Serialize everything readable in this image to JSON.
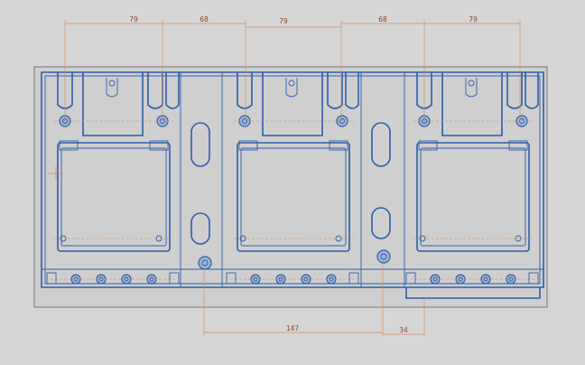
{
  "drawing": {
    "top_dimensions": [
      "79",
      "68",
      "79",
      "68",
      "79"
    ],
    "bottom_dimensions": [
      "147",
      "34"
    ]
  },
  "colors": {
    "background": "#d6d6d6",
    "part": "#2f5ea8",
    "dimension": "#d48a5a"
  }
}
